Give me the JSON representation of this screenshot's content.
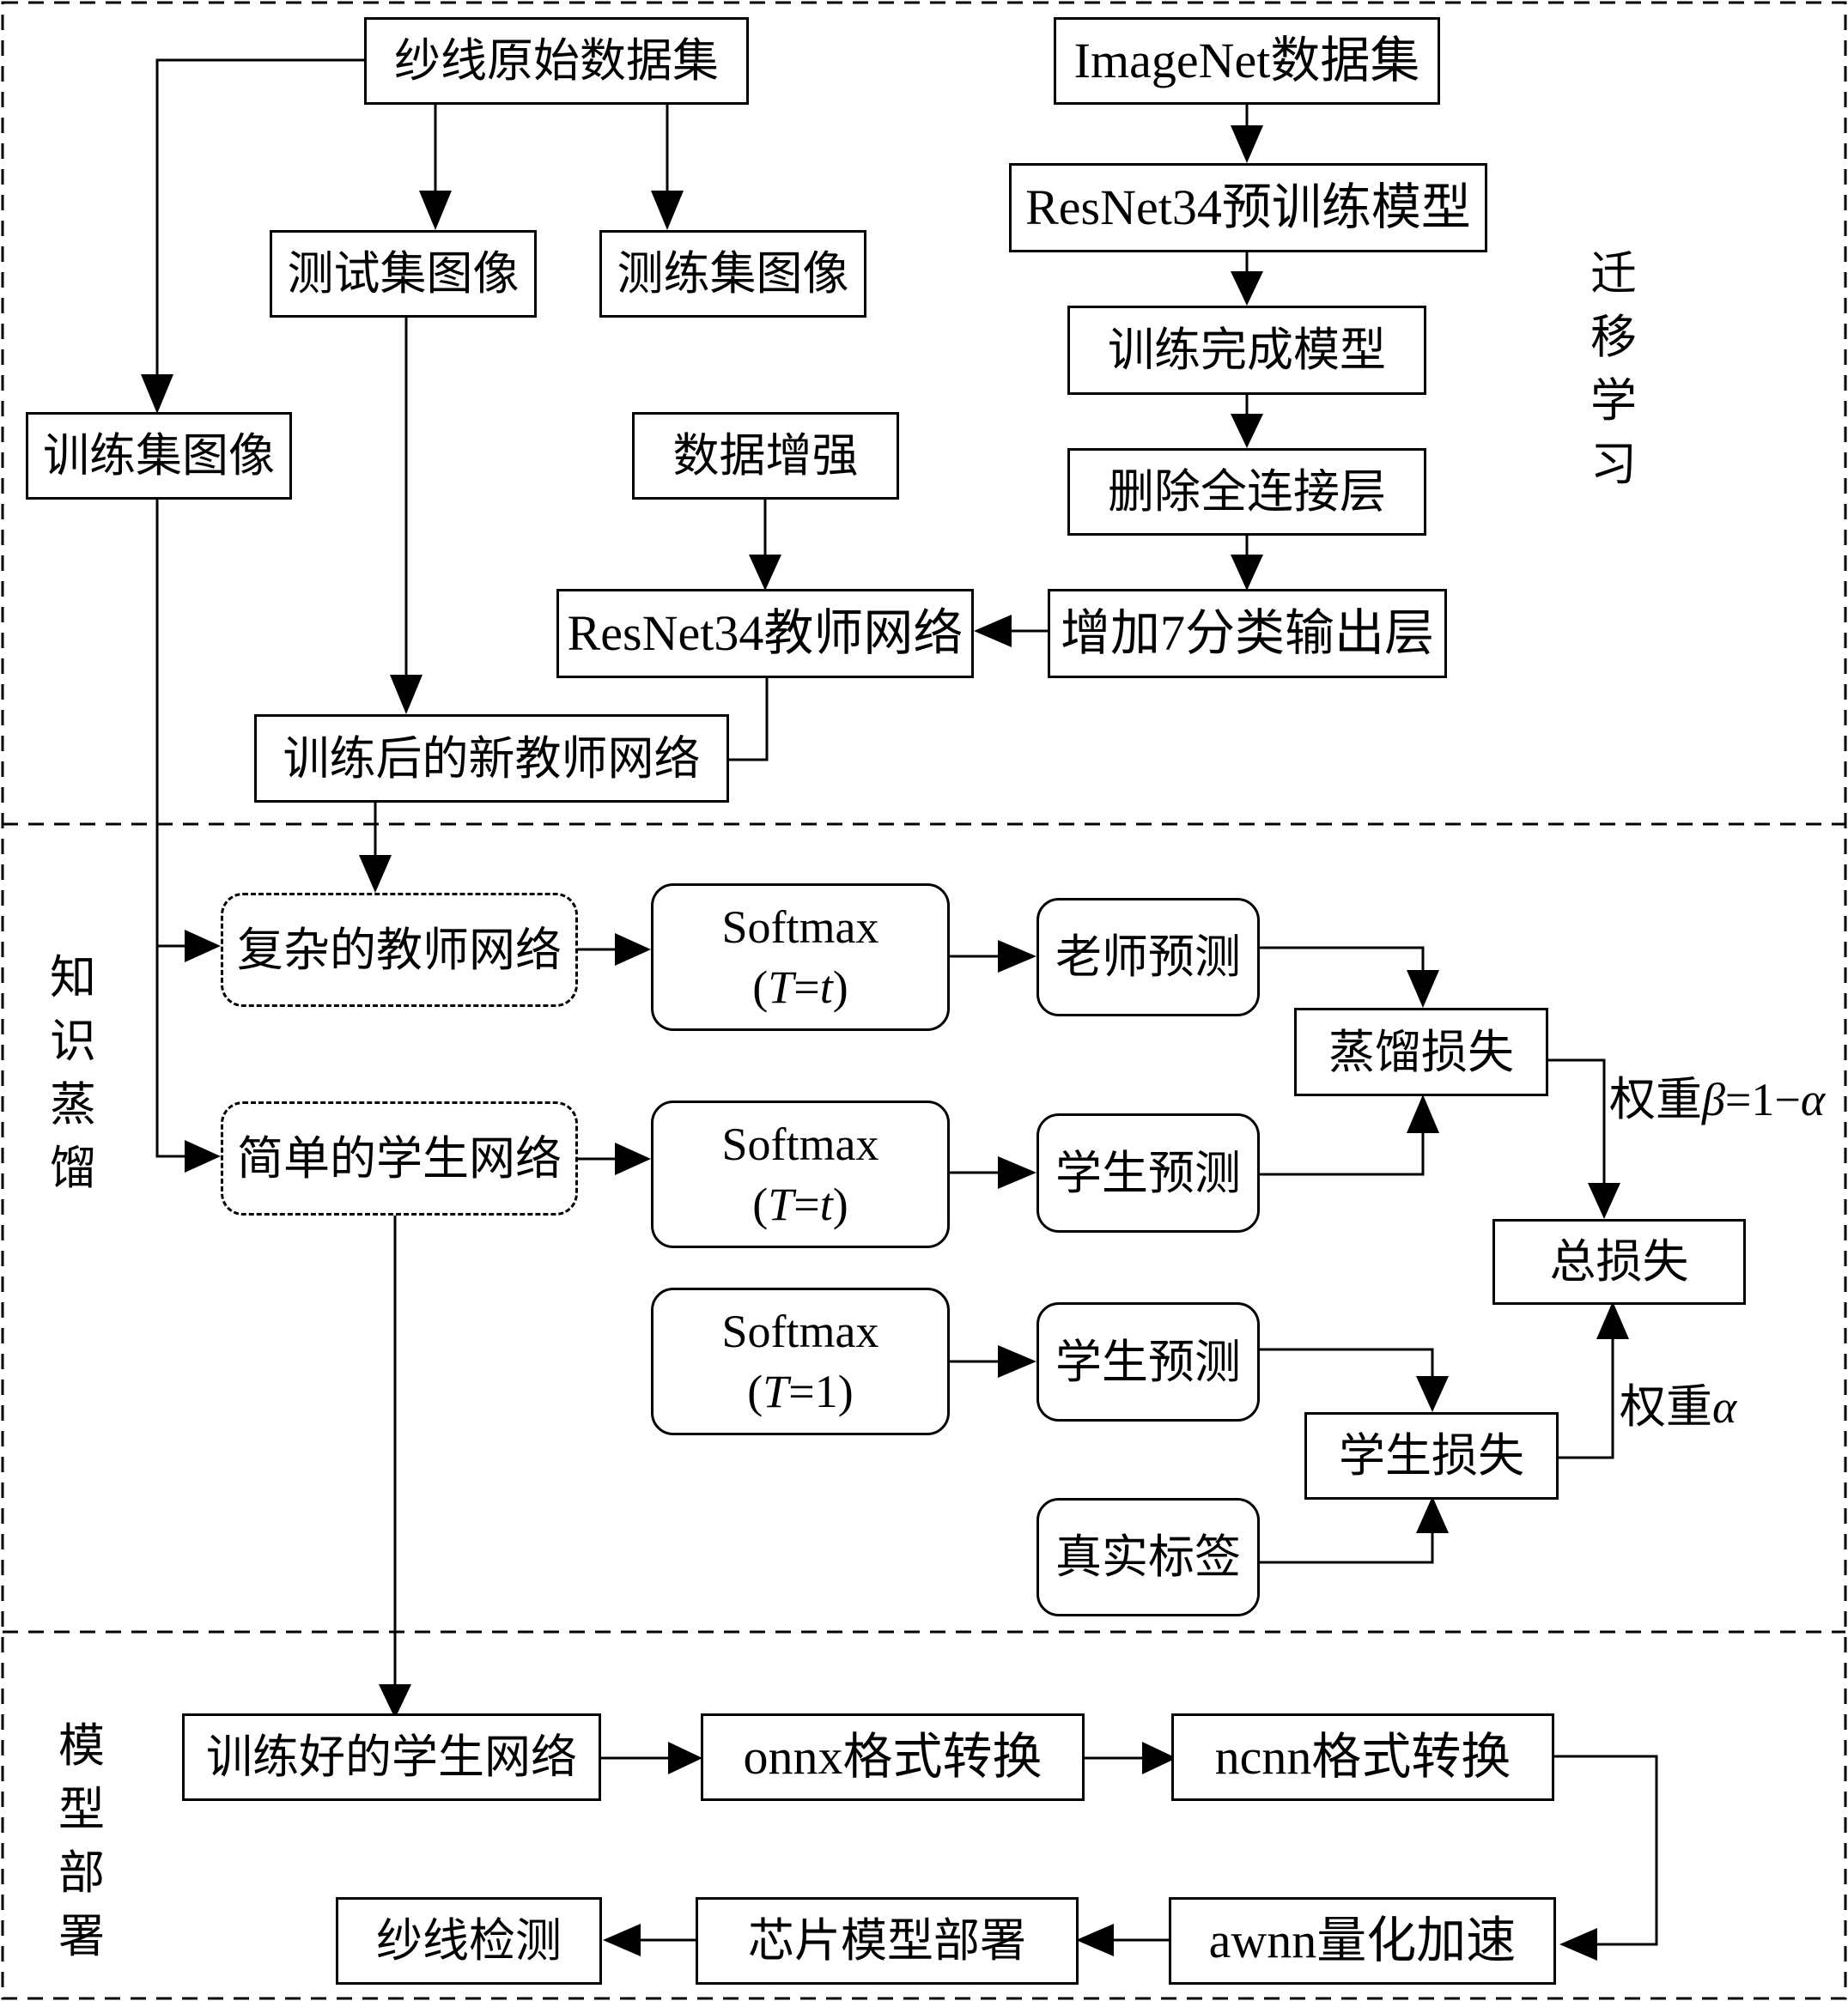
{
  "sections": {
    "transfer_learning": [
      "迁",
      "移",
      "学",
      "习"
    ],
    "knowledge_distillation": [
      "知",
      "识",
      "蒸",
      "馏"
    ],
    "model_deployment": [
      "模",
      "型",
      "部",
      "署"
    ]
  },
  "nodes": {
    "yarn_raw_dataset": "纱线原始数据集",
    "imagenet_dataset": "ImageNet数据集",
    "test_set_images": "测试集图像",
    "val_set_images": "测练集图像",
    "resnet34_pretrained": "ResNet34预训练模型",
    "trained_model": "训练完成模型",
    "train_set_images": "训练集图像",
    "data_augmentation": "数据增强",
    "remove_fc_layer": "删除全连接层",
    "resnet34_teacher": "ResNet34教师网络",
    "add_output_layer": "增加7分类输出层",
    "new_teacher_network": "训练后的新教师网络",
    "complex_teacher_network": "复杂的教师网络",
    "simple_student_network": "简单的学生网络",
    "softmax_label": "Softmax",
    "softmax_t": "T",
    "softmax_eq": "=",
    "softmax_t_value": "t",
    "softmax_one": "1",
    "teacher_prediction": "老师预测",
    "student_prediction": "学生预测",
    "distillation_loss": "蒸馏损失",
    "total_loss": "总损失",
    "student_loss": "学生损失",
    "true_labels": "真实标签",
    "trained_student_network": "训练好的学生网络",
    "onnx_conversion": "onnx格式转换",
    "ncnn_conversion": "ncnn格式转换",
    "awnn_quantization": "awnn量化加速",
    "chip_deployment": "芯片模型部署",
    "yarn_detection": "纱线检测"
  },
  "edge_labels": {
    "weight_prefix": "权重",
    "beta": "β",
    "beta_formula": "=1−",
    "alpha": "α"
  }
}
